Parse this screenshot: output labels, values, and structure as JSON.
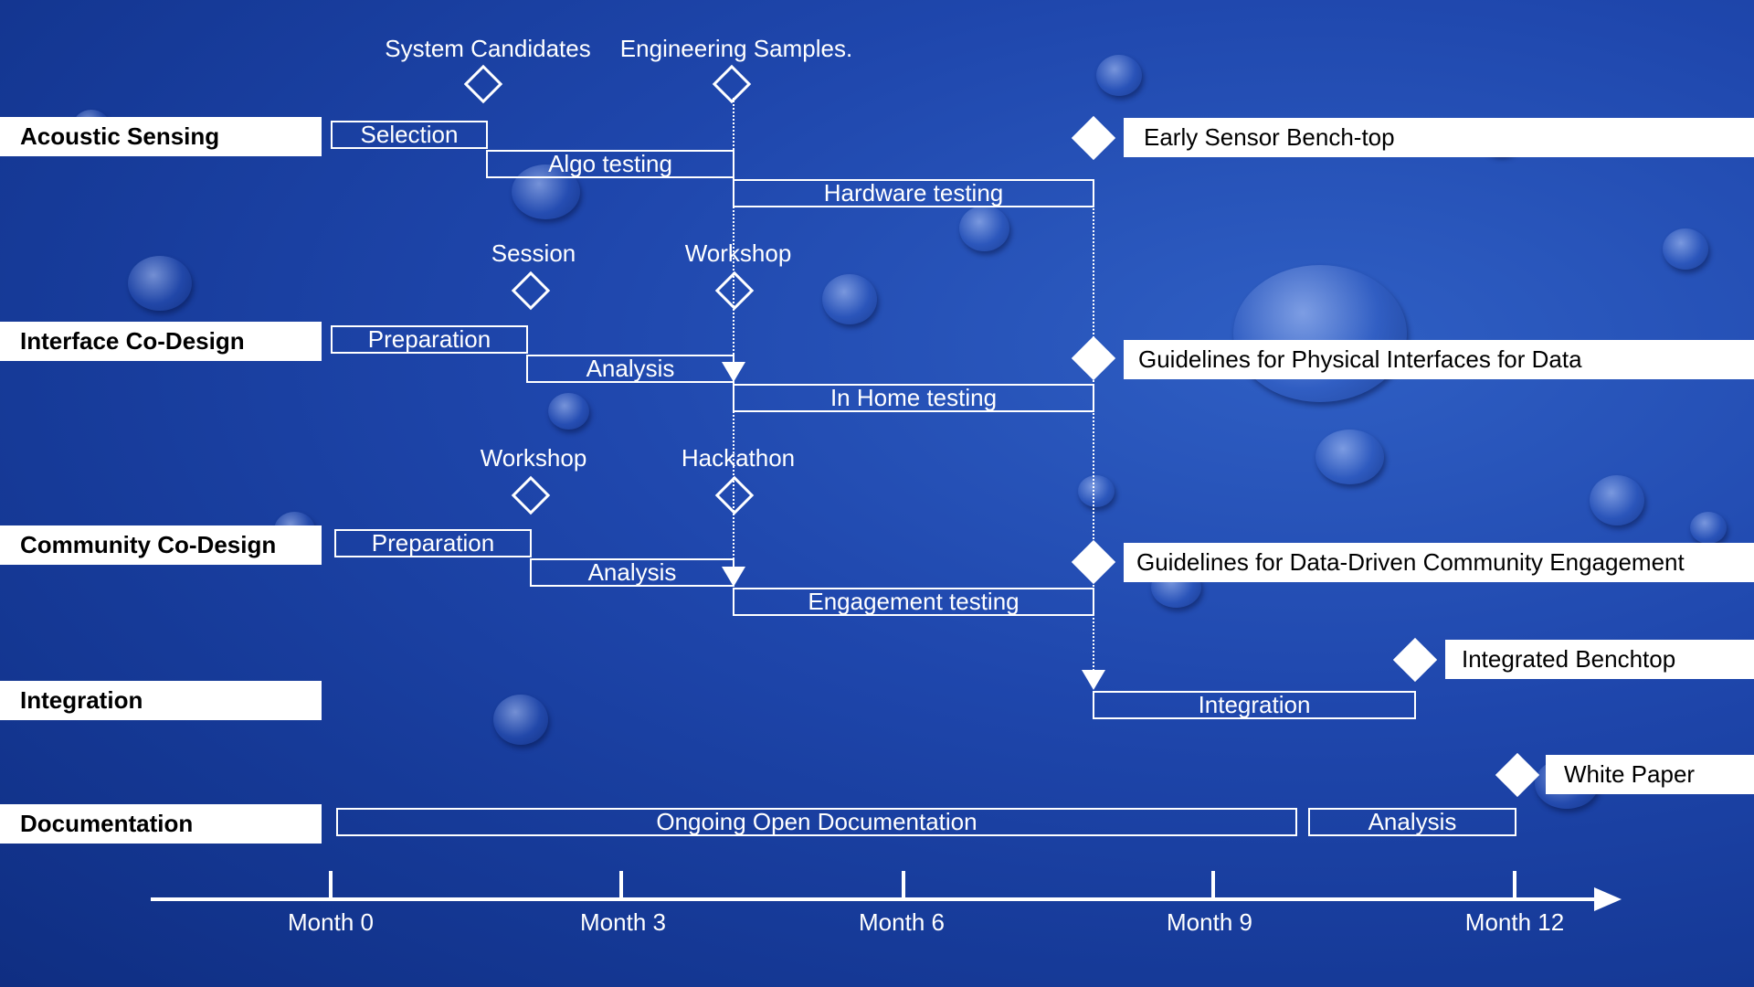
{
  "lanes": {
    "acoustic": "Acoustic Sensing",
    "interface": "Interface Co-Design",
    "community": "Community Co-Design",
    "integration": "Integration",
    "documentation": "Documentation"
  },
  "milestones": {
    "system_candidates": "System Candidates",
    "engineering_samples": "Engineering Samples.",
    "session": "Session",
    "workshop_interface": "Workshop",
    "workshop_community": "Workshop",
    "hackathon": "Hackathon"
  },
  "bars": {
    "selection": "Selection",
    "algo_testing": "Algo testing",
    "hardware_testing": "Hardware testing",
    "interface_preparation": "Preparation",
    "interface_analysis": "Analysis",
    "in_home_testing": "In Home testing",
    "community_preparation": "Preparation",
    "community_analysis": "Analysis",
    "engagement_testing": "Engagement testing",
    "integration": "Integration",
    "ongoing_documentation": "Ongoing Open Documentation",
    "documentation_analysis": "Analysis"
  },
  "outcomes": {
    "early_sensor": "Early Sensor Bench-top",
    "guidelines_physical": "Guidelines for Physical Interfaces for Data",
    "guidelines_community": "Guidelines for Data-Driven Community Engagement",
    "integrated_benchtop": "Integrated Benchtop",
    "white_paper": "White Paper"
  },
  "axis": {
    "ticks": [
      "Month 0",
      "Month 3",
      "Month 6",
      "Month 9",
      "Month 12"
    ]
  },
  "colors": {
    "background": "#1f47ad",
    "foreground": "#ffffff"
  }
}
